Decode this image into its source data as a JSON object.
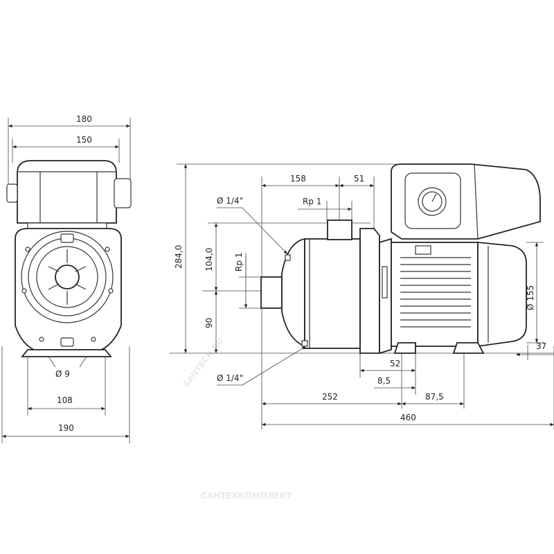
{
  "drawing": {
    "front_view": {
      "dim_overall_width": "180",
      "dim_box_width": "150",
      "dim_hole": "Ø 9",
      "dim_foot_spacing": "108",
      "dim_base_width": "190"
    },
    "side_view": {
      "dim_height": "284,0",
      "dim_outlet_height": "104,0",
      "dim_inlet_height": "90",
      "dim_inlet_thread": "Rp 1",
      "dim_outlet_thread": "Rp 1",
      "dim_inlet_to_outlet": "158",
      "dim_outlet_to_flange": "51",
      "dim_plug_top": "Ø 1/4\"",
      "dim_plug_bottom": "Ø 1/4\"",
      "dim_foot": "52",
      "dim_foot_offset": "8,5",
      "dim_to_foot": "252",
      "dim_foot_to_rear": "87,5",
      "dim_total_length": "460",
      "dim_motor_diameter": "Ø 155",
      "dim_rear_overhang": "37"
    },
    "watermarks": {
      "diagonal": "SANTECH.RU",
      "bottom": "САНТЕХКОМПЛЕКТ"
    }
  }
}
